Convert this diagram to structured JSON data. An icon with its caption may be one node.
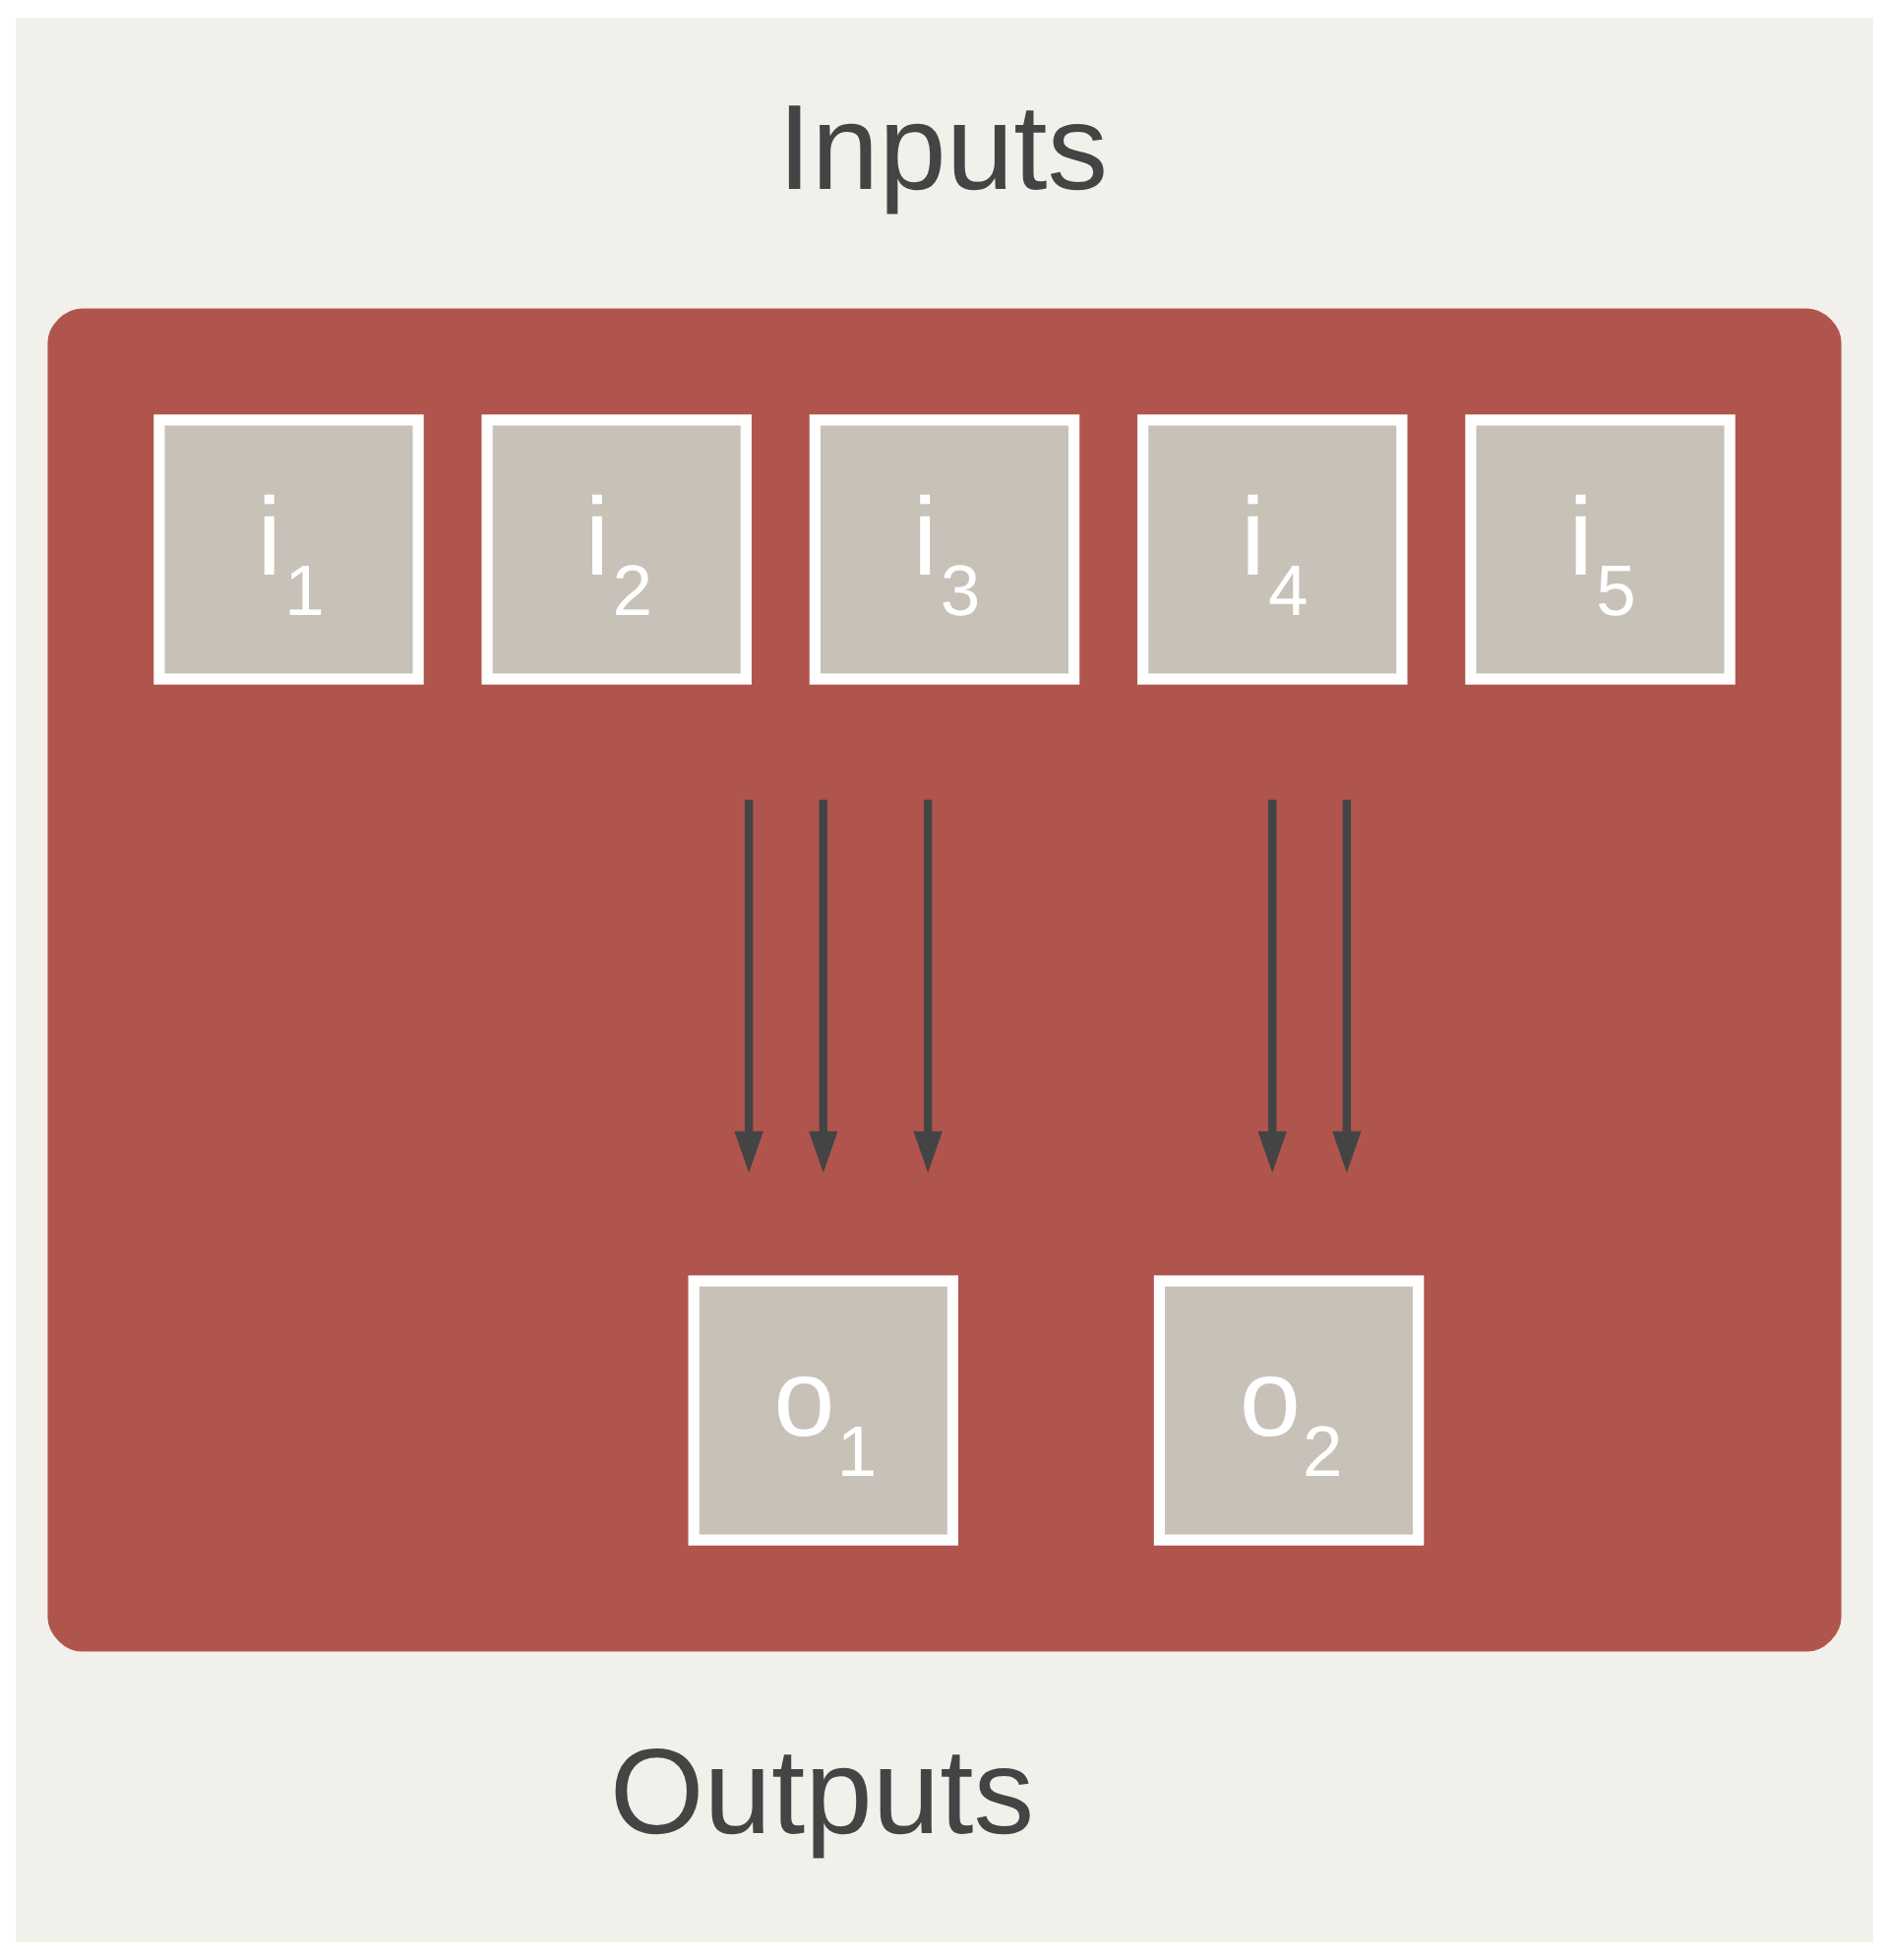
{
  "diagram": {
    "nodes": [
      {
        "text": [],
        "shape": "box"
      },
      {
        "text": [
          "i$_{1}$"
        ],
        "in": 0
      },
      {
        "text": [
          "i$_{2}$"
        ],
        "in": 0
      },
      {
        "text": [
          "i$_{3}$"
        ],
        "in": 0
      },
      {
        "text": [
          "i$_{4}$"
        ],
        "in": 0
      },
      {
        "text": [
          "i$_{5}$"
        ],
        "in": 0
      },
      {
        "text": [
          "o$_{1}$"
        ],
        "in": 0
      },
      {
        "text": [
          "o$_{2}$"
        ],
        "in": 0
      }
    ],
    "labels": [
      "Inputs",
      "Outputs"
    ]
  }
}
